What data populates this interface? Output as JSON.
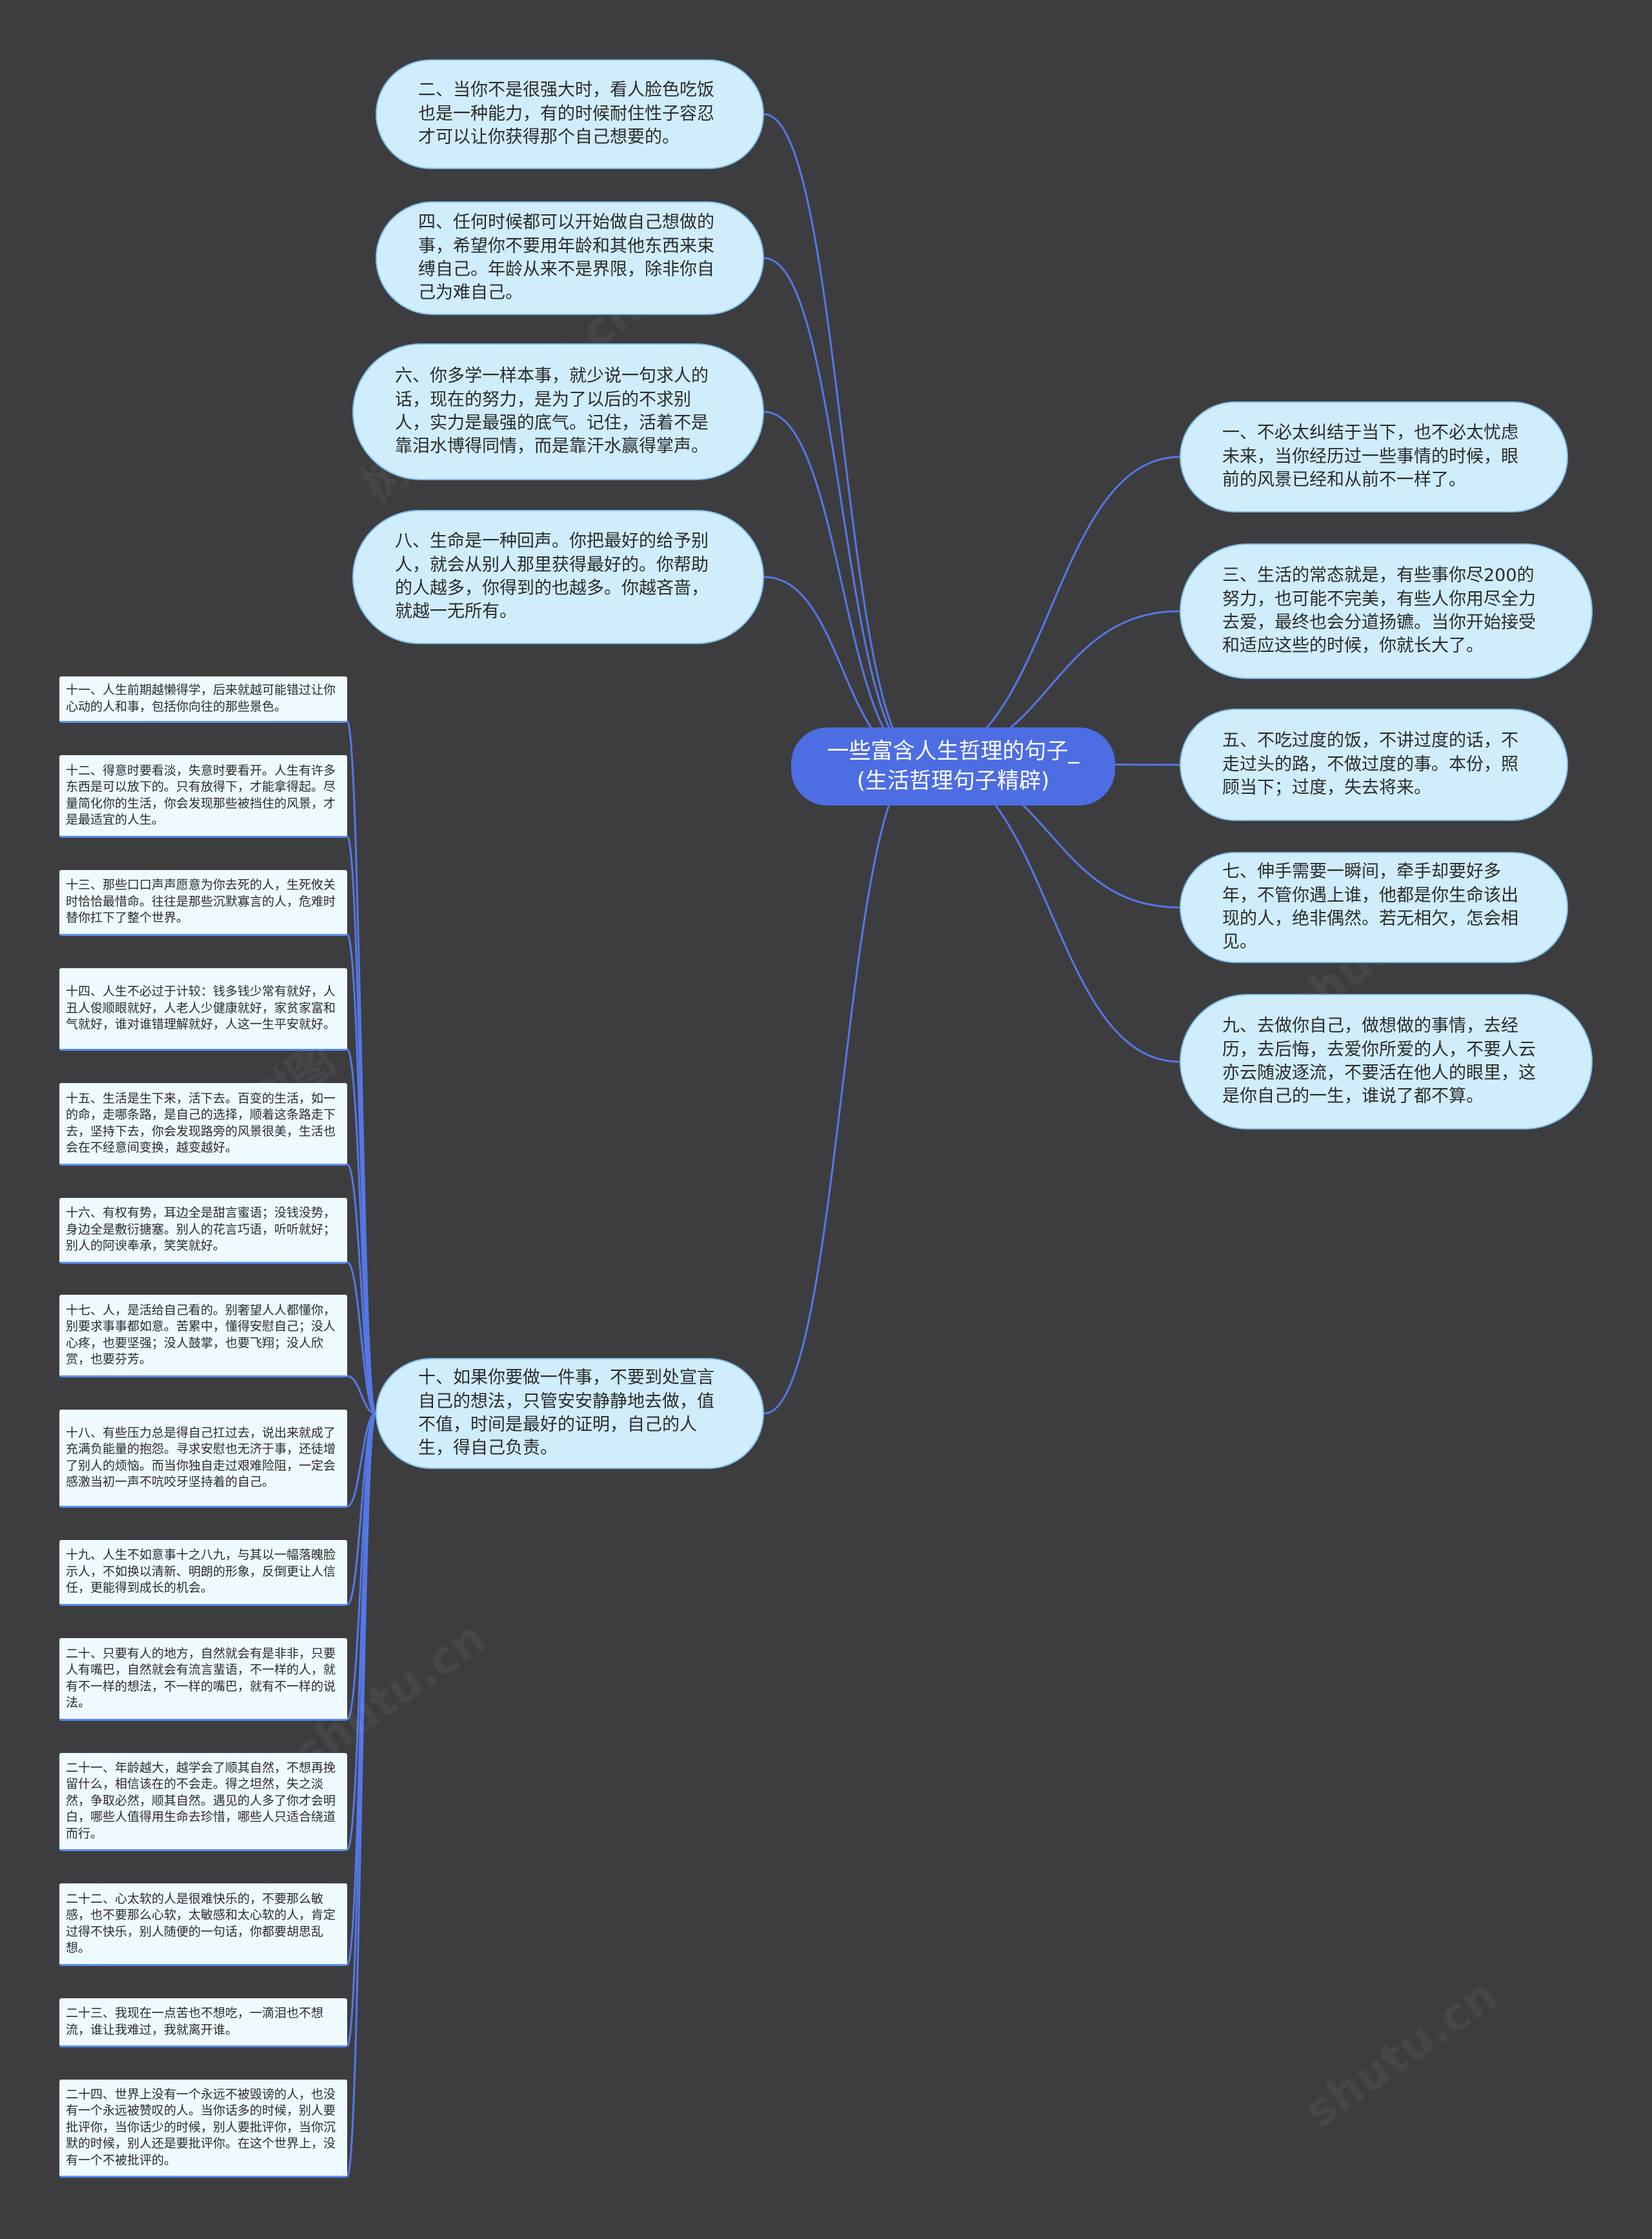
{
  "title": "一些富含人生哲理的句子_(生活哲理句子精辟)",
  "root": {
    "text": "一些富含人生哲理的句子_\n(生活哲理句子精辟)"
  },
  "left_nodes": [
    {
      "text": "二、当你不是很强大时，看人脸色吃饭也是一种能力，有的时候耐住性子容忍才可以让你获得那个自己想要的。"
    },
    {
      "text": "四、任何时候都可以开始做自己想做的事，希望你不要用年龄和其他东西来束缚自己。年龄从来不是界限，除非你自己为难自己。"
    },
    {
      "text": "六、你多学一样本事，就少说一句求人的话，现在的努力，是为了以后的不求别人，实力是最强的底气。记住，活着不是靠泪水博得同情，而是靠汗水赢得掌声。"
    },
    {
      "text": "八、生命是一种回声。你把最好的给予别人，就会从别人那里获得最好的。你帮助的人越多，你得到的也越多。你越吝啬，就越一无所有。"
    },
    {
      "text": "十、如果你要做一件事，不要到处宣言自己的想法，只管安安静静地去做，值不值，时间是最好的证明，自己的人生，得自己负责。"
    }
  ],
  "right_nodes": [
    {
      "text": "一、不必太纠结于当下，也不必太忧虑未来，当你经历过一些事情的时候，眼前的风景已经和从前不一样了。"
    },
    {
      "text": "三、生活的常态就是，有些事你尽200的努力，也可能不完美，有些人你用尽全力去爱，最终也会分道扬镳。当你开始接受和适应这些的时候，你就长大了。"
    },
    {
      "text": "五、不吃过度的饭，不讲过度的话，不走过头的路，不做过度的事。本份，照顾当下；过度，失去将来。"
    },
    {
      "text": "七、伸手需要一瞬间，牵手却要好多年，不管你遇上谁，他都是你生命该出现的人，绝非偶然。若无相欠，怎会相见。"
    },
    {
      "text": "九、去做你自己，做想做的事情，去经历，去后悔，去爱你所爱的人，不要人云亦云随波逐流，不要活在他人的眼里，这是你自己的一生，谁说了都不算。"
    }
  ],
  "sub_nodes": [
    {
      "text": "十一、人生前期越懒得学，后来就越可能错过让你心动的人和事，包括你向往的那些景色。"
    },
    {
      "text": "十二、得意时要看淡，失意时要看开。人生有许多东西是可以放下的。只有放得下，才能拿得起。尽量简化你的生活，你会发现那些被挡住的风景，才是最适宜的人生。"
    },
    {
      "text": "十三、那些口口声声愿意为你去死的人，生死攸关时恰恰最惜命。往往是那些沉默寡言的人，危难时替你扛下了整个世界。"
    },
    {
      "text": "十四、人生不必过于计较：钱多钱少常有就好，人丑人俊顺眼就好，人老人少健康就好，家贫家富和气就好，谁对谁错理解就好，人这一生平安就好。"
    },
    {
      "text": "十五、生活是生下来，活下去。百变的生活，如一的命，走哪条路，是自己的选择，顺着这条路走下去，坚持下去，你会发现路旁的风景很美，生活也会在不经意间变换，越变越好。"
    },
    {
      "text": "十六、有权有势，耳边全是甜言蜜语；没钱没势，身边全是敷衍搪塞。别人的花言巧语，听听就好；别人的阿谀奉承，笑笑就好。"
    },
    {
      "text": "十七、人，是活给自己看的。别奢望人人都懂你，别要求事事都如意。苦累中，懂得安慰自己；没人心疼，也要坚强；没人鼓掌，也要飞翔；没人欣赏，也要芬芳。"
    },
    {
      "text": "十八、有些压力总是得自己扛过去，说出来就成了充满负能量的抱怨。寻求安慰也无济于事，还徒增了别人的烦恼。而当你独自走过艰难险阻，一定会感激当初一声不吭咬牙坚持着的自己。"
    },
    {
      "text": "十九、人生不如意事十之八九，与其以一幅落魄脸示人，不如换以清新、明朗的形象，反倒更让人信任，更能得到成长的机会。"
    },
    {
      "text": "二十、只要有人的地方，自然就会有是非非，只要人有嘴巴，自然就会有流言蜚语，不一样的人，就有不一样的想法，不一样的嘴巴，就有不一样的说法。"
    },
    {
      "text": "二十一、年龄越大，越学会了顺其自然，不想再挽留什么，相信该在的不会走。得之坦然，失之淡然，争取必然，顺其自然。遇见的人多了你才会明白，哪些人值得用生命去珍惜，哪些人只适合绕道而行。"
    },
    {
      "text": "二十二、心太软的人是很难快乐的，不要那么敏感，也不要那么心软，太敏感和太心软的人，肯定过得不快乐，别人随便的一句话，你都要胡思乱想。"
    },
    {
      "text": "二十三、我现在一点苦也不想吃，一滴泪也不想流，谁让我难过，我就离开谁。"
    },
    {
      "text": "二十四、世界上没有一个永远不被毁谤的人，也没有一个永远被赞叹的人。当你话多的时候，别人要批评你，当你话少的时候，别人要批评你，当你沉默的时候，别人还是要批评你。在这个世界上，没有一个不被批评的。"
    }
  ],
  "watermarks": [
    "树图 shutu.cn",
    "树图 shutu.cn",
    "树图 shutu.cn",
    "树图",
    "shutu.cn"
  ]
}
